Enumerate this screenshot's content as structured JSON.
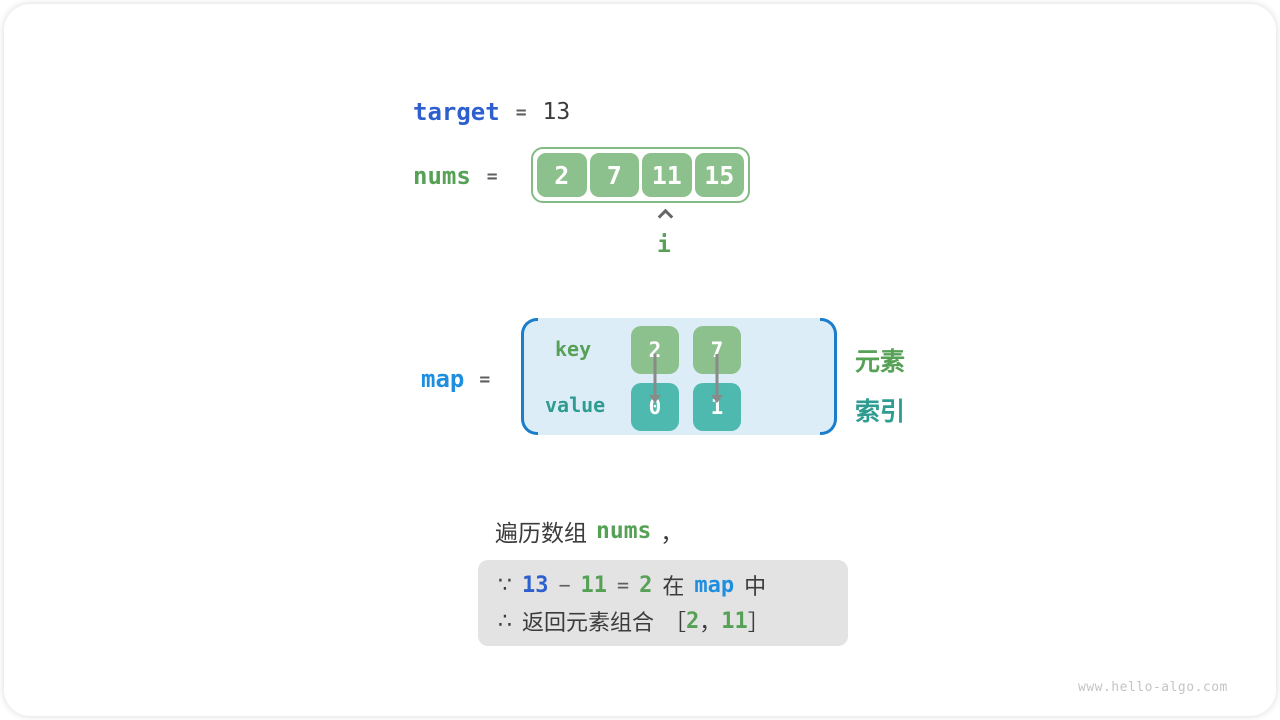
{
  "colors": {
    "royal_blue": "#2E5FCF",
    "azure_blue": "#1E8FE0",
    "green_text": "#56A156",
    "green_cell": "#8CC08C",
    "green_border": "#84BA84",
    "teal_cell": "#4DB9AF",
    "teal_text": "#2E9C90",
    "map_box_bg": "#DCEDF8",
    "bracket_blue": "#1B7ECC",
    "note_box_bg": "#E3E3E3",
    "dark_text": "#3C3C3C",
    "arrow_gray": "#8A8A8A",
    "watermark_gray": "#C4C4C4"
  },
  "target_line": {
    "var": "target",
    "eq": "=",
    "value": "13"
  },
  "nums_line": {
    "var": "nums",
    "eq": "=",
    "cells": [
      "2",
      "7",
      "11",
      "15"
    ],
    "pointer": "i"
  },
  "map_section": {
    "var": "map",
    "eq": "=",
    "key_label": "key",
    "value_label": "value",
    "keys": [
      "2",
      "7"
    ],
    "values": [
      "0",
      "1"
    ],
    "element_label": "元素",
    "index_label": "索引"
  },
  "caption": {
    "prefix": "遍历数组",
    "code": "nums",
    "comma": "，"
  },
  "note_box": {
    "because_symbol": "∵",
    "target_num": "13",
    "minus": "−",
    "current_num": "11",
    "eq": "=",
    "result_num": "2",
    "in_word": "在",
    "map_word": "map",
    "zhong_word": "中",
    "therefore_symbol": "∴",
    "return_text": "返回元素组合",
    "open_bracket": "［",
    "pair_first": "2",
    "pair_comma": "，",
    "pair_second": "11",
    "close_bracket": "］"
  },
  "watermark": "www.hello-algo.com"
}
